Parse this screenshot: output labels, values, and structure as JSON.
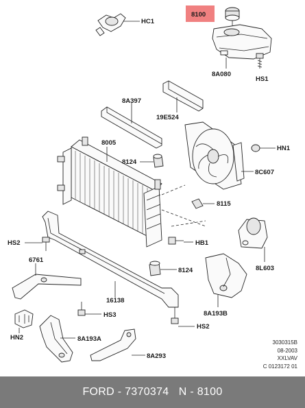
{
  "labels": {
    "hc1": "HC1",
    "p8100": "8100",
    "p8a080": "8A080",
    "hs1": "HS1",
    "p8a397": "8A397",
    "p19e524": "19E524",
    "p8005": "8005",
    "p8124_top": "8124",
    "hn1": "HN1",
    "p8c607": "8C607",
    "p8115": "8115",
    "hs2_left": "HS2",
    "hb1": "HB1",
    "p6761": "6761",
    "p8124_bottom": "8124",
    "p8l603": "8L603",
    "p16138": "16138",
    "p8a193b": "8A193B",
    "hs3": "HS3",
    "hn2": "HN2",
    "p8a193a": "8A193A",
    "hs2_right": "HS2",
    "p8a293": "8A293"
  },
  "reference": [
    "3030315B",
    "08-2003",
    "XXLVAV",
    "C 0123172 01"
  ],
  "footer": {
    "brand": "FORD",
    "part_number": "7370374",
    "sep1": " - ",
    "sep2": "   ",
    "catalog": "N - 8100"
  },
  "colors": {
    "highlight": "#f08080",
    "footer_bg": "#7a7a7a"
  }
}
